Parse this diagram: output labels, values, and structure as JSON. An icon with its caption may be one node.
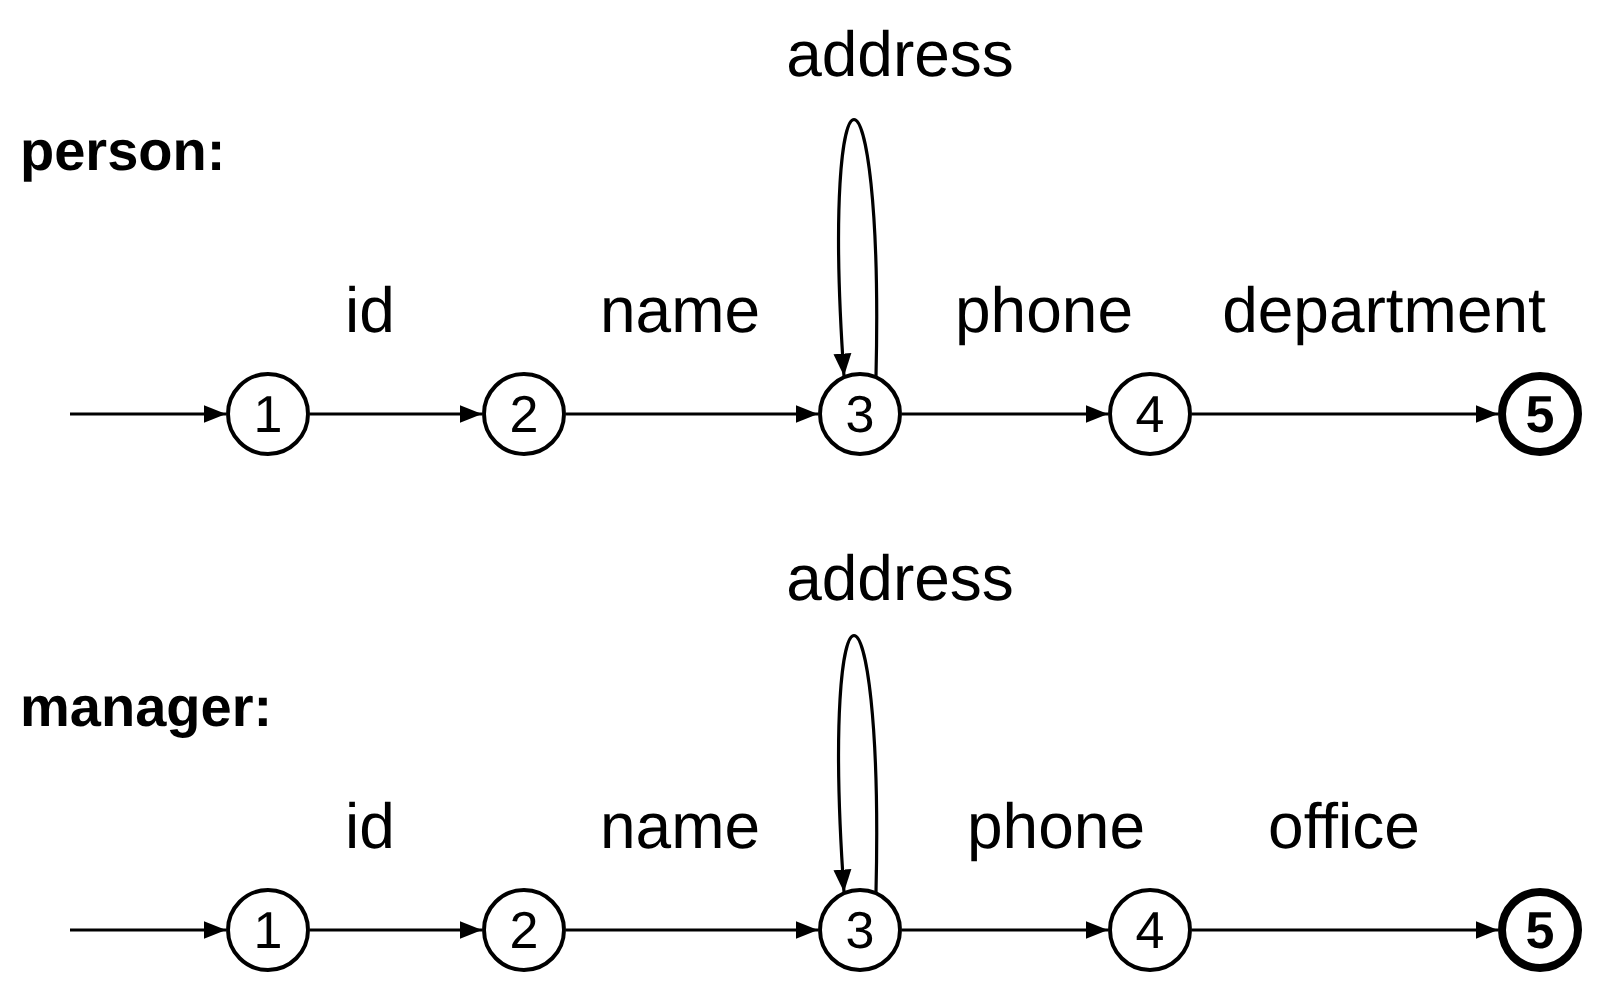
{
  "diagram": {
    "nodes": [
      {
        "text": [
          "1"
        ]
      },
      {
        "text": [
          "2"
        ]
      },
      {
        "text": [
          "3"
        ]
      },
      {
        "text": [
          "4"
        ]
      },
      {
        "text": [
          "5"
        ]
      },
      {
        "text": [
          "1"
        ]
      },
      {
        "text": [
          "2"
        ]
      },
      {
        "text": [
          "3"
        ]
      },
      {
        "text": [
          "4"
        ]
      },
      {
        "text": [
          "5"
        ]
      }
    ],
    "edges": [
      {
        "from": null,
        "to": 0,
        "arrow": "to"
      },
      {
        "from": 0,
        "to": 1,
        "arrow": "to",
        "label": "id"
      },
      {
        "from": 1,
        "to": 2,
        "arrow": "to",
        "label": "name"
      },
      {
        "from": 2,
        "to": 2,
        "arrow": "to",
        "label": "address"
      },
      {
        "from": 2,
        "to": 3,
        "arrow": "to",
        "label": "phone"
      },
      {
        "from": 3,
        "to": 4,
        "arrow": "to",
        "label": "department"
      },
      {
        "from": null,
        "to": 5,
        "arrow": "to"
      },
      {
        "from": 5,
        "to": 6,
        "arrow": "to",
        "label": "id"
      },
      {
        "from": 6,
        "to": 7,
        "arrow": "to",
        "label": "name"
      },
      {
        "from": 7,
        "to": 7,
        "arrow": "to",
        "label": "address"
      },
      {
        "from": 7,
        "to": 8,
        "arrow": "to",
        "label": "phone"
      },
      {
        "from": 8,
        "to": 9,
        "arrow": "to",
        "label": "office"
      }
    ],
    "labels": [
      "person:",
      "manager:"
    ]
  }
}
